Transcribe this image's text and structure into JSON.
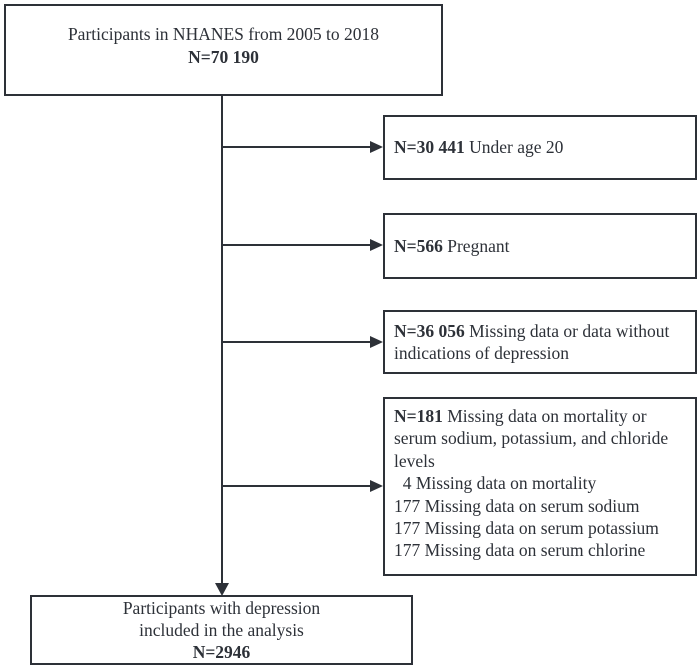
{
  "diagram": {
    "top_box": {
      "line1": "Participants in NHANES from 2005 to 2018",
      "n_label": "N=70 190"
    },
    "exclusions": [
      {
        "n": "N=30 441",
        "reason": " Under age 20"
      },
      {
        "n": "N=566",
        "reason": " Pregnant"
      },
      {
        "n": "N=36 056",
        "reason": " Missing data or data without indications of depression"
      },
      {
        "n": "N=181",
        "reason": " Missing data on mortality or serum sodium, potassium, and chloride levels",
        "details": [
          "  4 Missing data on mortality",
          "177 Missing data on serum sodium",
          "177 Missing data on serum potassium",
          "177 Missing data on serum chlorine"
        ]
      }
    ],
    "bottom_box": {
      "line1": "Participants with depression",
      "line2": "included in the analysis",
      "n_label": "N=2946"
    }
  },
  "colors": {
    "ink": "#2d3138",
    "background": "#ffffff"
  }
}
